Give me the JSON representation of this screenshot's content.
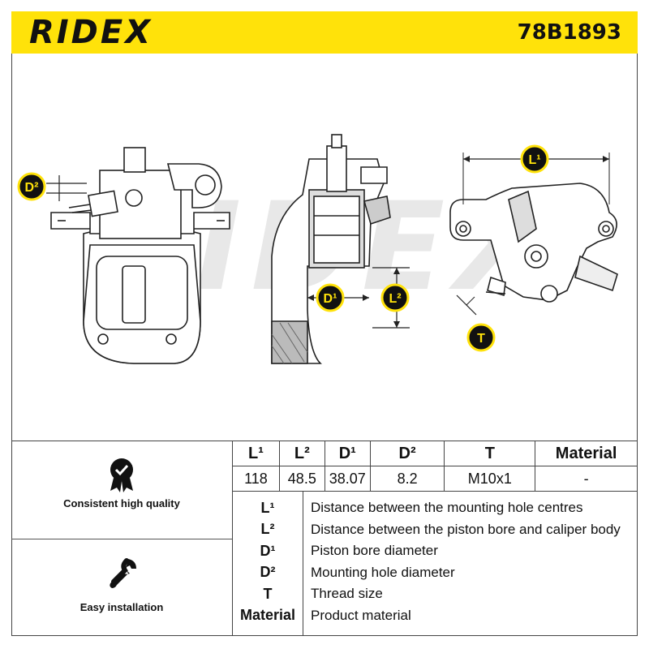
{
  "header": {
    "brand": "RIDEX",
    "part_number": "78B1893"
  },
  "drawing": {
    "watermark": "RIDEX",
    "labels": {
      "D2": "D²",
      "D1": "D¹",
      "L2": "L²",
      "L1": "L¹",
      "T": "T"
    }
  },
  "features": [
    {
      "label": "Consistent high quality",
      "icon": "quality-badge-icon"
    },
    {
      "label": "Easy installation",
      "icon": "wrench-icon"
    }
  ],
  "specs": {
    "headers": [
      "L¹",
      "L²",
      "D¹",
      "D²",
      "T",
      "Material"
    ],
    "values": [
      "118",
      "48.5",
      "38.07",
      "8.2",
      "M10x1",
      "-"
    ]
  },
  "legend": [
    {
      "key": "L¹",
      "desc": "Distance between the mounting hole centres"
    },
    {
      "key": "L²",
      "desc": "Distance between the piston bore and caliper body"
    },
    {
      "key": "D¹",
      "desc": "Piston bore diameter"
    },
    {
      "key": "D²",
      "desc": "Mounting hole diameter"
    },
    {
      "key": "T",
      "desc": "Thread size"
    },
    {
      "key": "Material",
      "desc": "Product material"
    }
  ],
  "colors": {
    "brand_yellow": "#ffe20a",
    "label_fill": "#111111",
    "watermark": "#e6e6e6"
  }
}
